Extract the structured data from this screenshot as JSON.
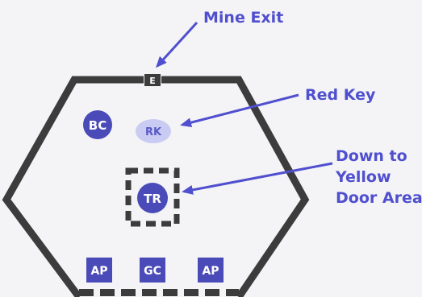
{
  "colors": {
    "wall": "#3c3c3c",
    "marker_fill": "#4a4ab8",
    "marker_text": "#ffffff",
    "key_fill": "#c9cbf2",
    "key_text": "#5a5ac8",
    "callout": "#4f4fcf",
    "background": "#f4f4f6"
  },
  "exit_marker": {
    "label": "E"
  },
  "callouts": {
    "mine_exit": "Mine Exit",
    "red_key": "Red Key",
    "down_to": {
      "line1": "Down to",
      "line2": "Yellow",
      "line3": "Door Area"
    }
  },
  "markers": {
    "bc": "BC",
    "rk": "RK",
    "tr": "TR",
    "ap_left": "AP",
    "gc": "GC",
    "ap_right": "AP"
  }
}
